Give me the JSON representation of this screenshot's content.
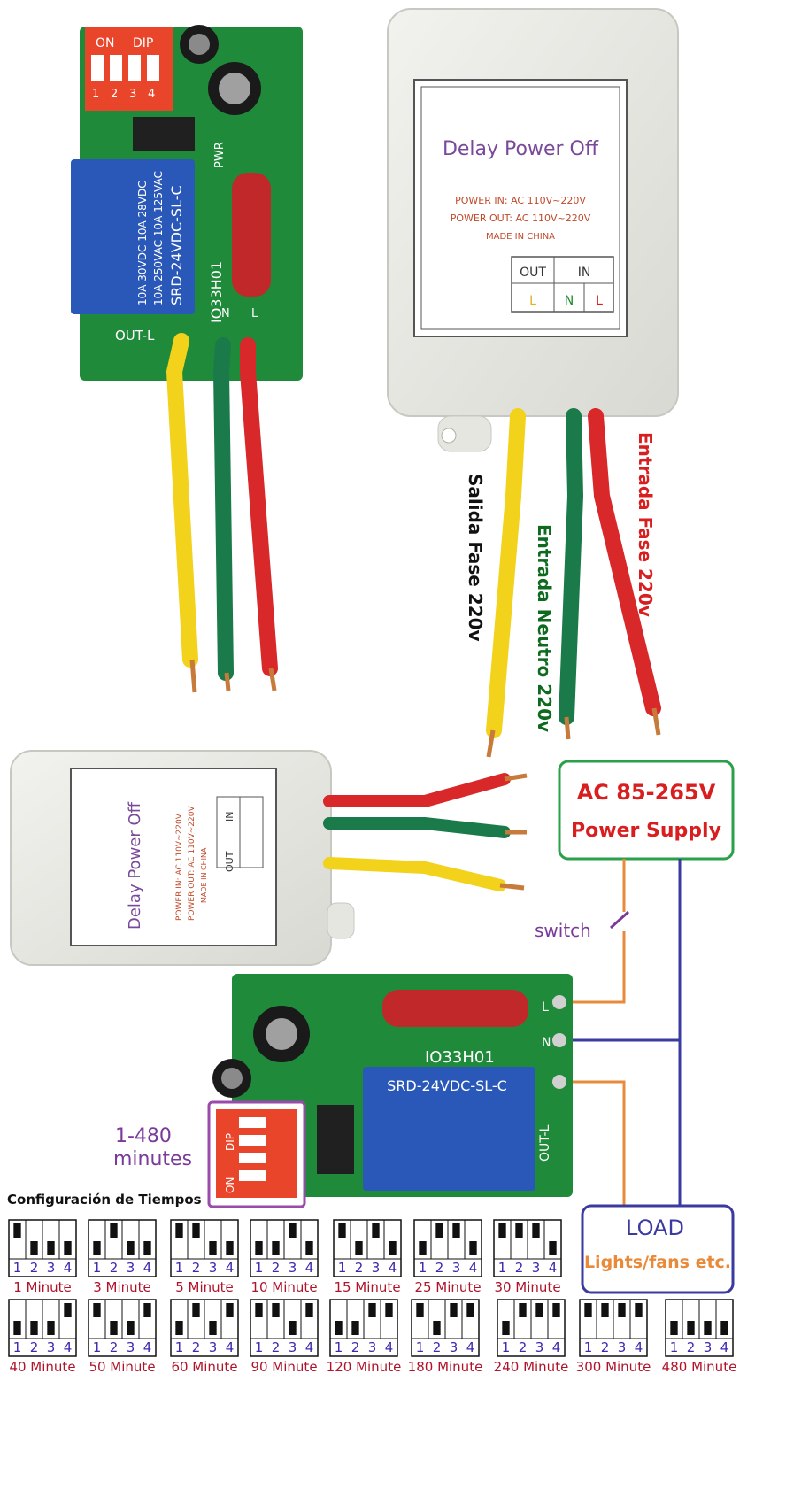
{
  "top_board": {
    "dip_on": "ON",
    "dip_label": "DIP",
    "dip_numbers": [
      "1",
      "2",
      "3",
      "4"
    ],
    "relay_line1": "SRD-24VDC-SL-C",
    "relay_line2": "10A 250VAC 10A 125VAC",
    "relay_line3": "10A 30VDC 10A 28VDC",
    "board_id": "IO33H01",
    "pwr_label": "PWR",
    "out_label": "OUT-L",
    "n_label": "N",
    "l_label": "L"
  },
  "top_module": {
    "title": "Delay Power Off",
    "power_in": "POWER IN: AC 110V~220V",
    "power_out": "POWER OUT: AC 110V~220V",
    "made_in": "MADE IN CHINA",
    "terminal_out": "OUT",
    "terminal_in": "IN",
    "term_l_out": "L",
    "term_n": "N",
    "term_l_in": "L"
  },
  "wire_labels": {
    "salida": "Salida Fase 220v",
    "neutro": "Entrada Neutro 220v",
    "entrada": "Entrada Fase 220v"
  },
  "bottom_module": {
    "title": "Delay Power Off",
    "power_in": "POWER IN: AC 110V~220V",
    "power_out": "POWER OUT: AC 110V~220V",
    "made_in": "MADE IN CHINA",
    "terminal_out": "OUT",
    "terminal_in": "IN"
  },
  "power_supply": {
    "line1": "AC 85-265V",
    "line2": "Power Supply"
  },
  "switch_label": "switch",
  "bottom_board": {
    "board_id": "IO33H01",
    "relay_line1": "SRD-24VDC-SL-C",
    "l_label": "L",
    "n_label": "N",
    "out_label": "OUT-L",
    "dip_on": "ON",
    "dip_label": "DIP"
  },
  "range_label": {
    "line1": "1-480",
    "line2": "minutes"
  },
  "load": {
    "line1": "LOAD",
    "line2": "Lights/fans etc."
  },
  "config_title": "Configuración de Tiempos",
  "dip_settings": [
    {
      "label": "1 Minute",
      "on": [
        1,
        0,
        0,
        0
      ]
    },
    {
      "label": "3 Minute",
      "on": [
        0,
        1,
        0,
        0
      ]
    },
    {
      "label": "5 Minute",
      "on": [
        1,
        1,
        0,
        0
      ]
    },
    {
      "label": "10 Minute",
      "on": [
        0,
        0,
        1,
        0
      ]
    },
    {
      "label": "15 Minute",
      "on": [
        1,
        0,
        1,
        0
      ]
    },
    {
      "label": "25 Minute",
      "on": [
        0,
        1,
        1,
        0
      ]
    },
    {
      "label": "30 Minute",
      "on": [
        1,
        1,
        1,
        0
      ]
    },
    {
      "label": "40 Minute",
      "on": [
        0,
        0,
        0,
        1
      ]
    },
    {
      "label": "50 Minute",
      "on": [
        1,
        0,
        0,
        1
      ]
    },
    {
      "label": "60 Minute",
      "on": [
        0,
        1,
        0,
        1
      ]
    },
    {
      "label": "90 Minute",
      "on": [
        1,
        1,
        0,
        1
      ]
    },
    {
      "label": "120 Minute",
      "on": [
        0,
        0,
        1,
        1
      ]
    },
    {
      "label": "180 Minute",
      "on": [
        1,
        0,
        1,
        1
      ]
    },
    {
      "label": "240 Minute",
      "on": [
        0,
        1,
        1,
        1
      ]
    },
    {
      "label": "300 Minute",
      "on": [
        1,
        1,
        1,
        1
      ]
    },
    {
      "label": "480 Minute",
      "on": [
        0,
        0,
        0,
        0
      ]
    }
  ],
  "colors": {
    "board_green": "#1f8a3a",
    "relay_blue": "#2a58b8",
    "dip_red": "#e8452a",
    "wire_yellow": "#f2d21a",
    "wire_green": "#1a7a4a",
    "wire_red": "#d8282a",
    "label_red": "#d81e1e",
    "label_green": "#0e6a1e",
    "label_purple": "#7a3a9a",
    "supply_border": "#2aa04a",
    "load_border": "#3a3aa0",
    "orange_wire": "#e88a3a",
    "blue_wire": "#3a3aa0"
  }
}
